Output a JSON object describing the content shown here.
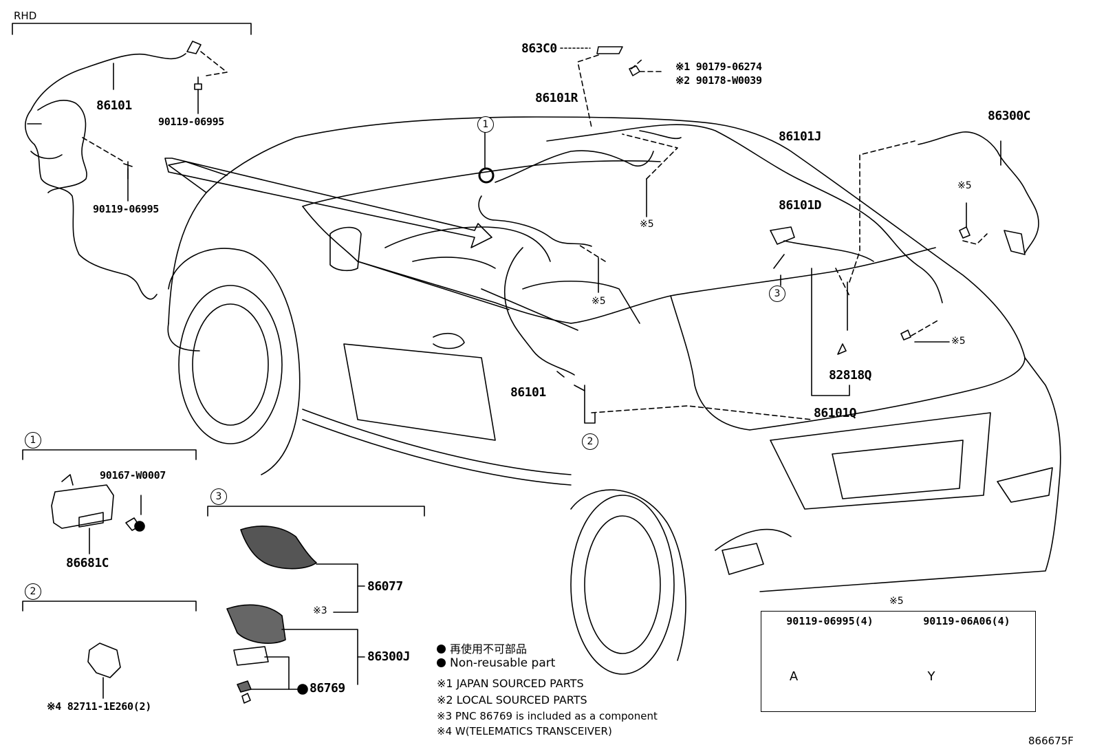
{
  "region": "RHD",
  "callouts": {
    "c1": "1",
    "c2": "2",
    "c3": "3"
  },
  "part_labels": {
    "p_86101_top": "86101",
    "p_90119_06995_a": "90119-06995",
    "p_90119_06995_b": "90119-06995",
    "p_863C0": "863C0",
    "p_note1_part": "※1 90179-06274",
    "p_note2_part": "※2 90178-W0039",
    "p_86101R": "86101R",
    "p_86101J": "86101J",
    "p_86300C": "86300C",
    "p_86101D": "86101D",
    "p_ref5_a": "※5",
    "p_ref5_b": "※5",
    "p_ref5_c": "※5",
    "p_ref5_d": "※5",
    "p_86101_mid": "86101",
    "p_82818Q": "82818Q",
    "p_86101Q": "86101Q",
    "p_90167_W0007": "90167-W0007",
    "p_86681C": "86681C",
    "p_86077": "86077",
    "p_ref3": "※3",
    "p_86300J": "86300J",
    "p_86769": "86769",
    "p_82711": "※4 82711-1E260(2)"
  },
  "legend": {
    "non_reusable_jp": "再使用不可部品",
    "non_reusable_en": "Non-reusable part",
    "note1": "※1 JAPAN SOURCED PARTS",
    "note2": "※2 LOCAL SOURCED PARTS",
    "note3": "※3 PNC 86769 is included as a component",
    "note4": "※4 W(TELEMATICS TRANSCEIVER)"
  },
  "fastener_table": {
    "title": "※5",
    "col1_header": "90119-06995(4)",
    "col2_header": "90119-06A06(4)",
    "col1_symbol": "A",
    "col2_symbol": "Y"
  },
  "figure_id": "866675F"
}
